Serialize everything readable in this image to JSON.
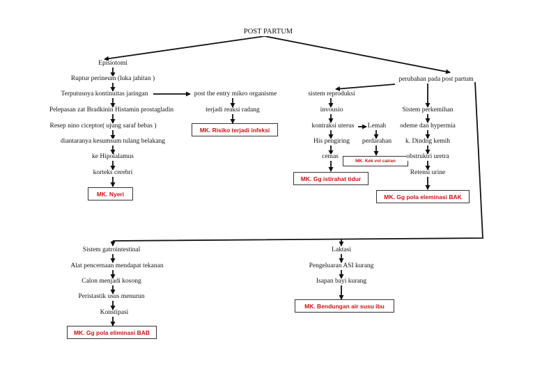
{
  "title": "POST PARTUM",
  "left": {
    "steps": [
      "Episiotomi",
      "Ruptur perineum (luka jahitan )",
      "Terputusnya kontinuitas jaringan",
      "Pelepasan zat Bradkinin Histamin prostagladin",
      "Resep nino ciceptor( ujung saraf bebas )",
      "diantaranya kesumsum tulang belakang",
      "ke Hipolalamus",
      "korteks cerebri"
    ],
    "diagnosis": "MK. Nyeri",
    "branch_steps": [
      "post the entry mikro organisme",
      "terjadi reaksi radang"
    ],
    "branch_diagnosis": "MK. Risiko terjadi infeksi"
  },
  "right": {
    "label": "perubahan pada post partum",
    "reproduksi": {
      "steps": [
        "sistem reproduksi",
        "invousio",
        "kontraksi uterus",
        "His pengiring",
        "cemas"
      ],
      "diagnosis": "MK. Gg istirahat tidur",
      "side_steps": [
        "Lemah",
        "perdarahan"
      ],
      "side_diagnosis": "MK. Kek vol cairan"
    },
    "perkemihan": {
      "steps": [
        "Sistem perkemihan",
        "odeme dan hypermia",
        "k. Dindng kemih",
        "obstruktri uretra",
        "Retensi urine"
      ],
      "diagnosis": "MK. Gg pola eleminasi BAK"
    }
  },
  "bottom": {
    "gastro": {
      "steps": [
        "Sistem gatrointestinal",
        "Alat pencernaan mendapat tekanan",
        "Calon menjadi kosong",
        "Peristastik usus menurun",
        "Konstipasi"
      ],
      "diagnosis": "MK. Gg pola eliminasi BAB"
    },
    "laktasi": {
      "steps": [
        "Laktasi",
        "Pengeluaran ASI kurang",
        "Isapan bayi kurang"
      ],
      "diagnosis": "MK. Bendungan air susu ibu"
    }
  },
  "colors": {
    "diagnosis_text": "#cc1111",
    "lines": "#111111"
  }
}
